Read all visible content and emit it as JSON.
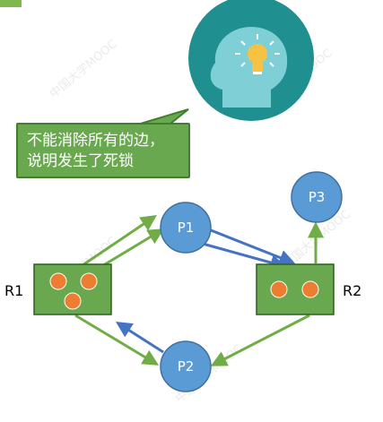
{
  "bubble": {
    "line1": "不能消除所有的边，",
    "line2": "说明发生了死锁"
  },
  "processes": {
    "p1": "P1",
    "p2": "P2",
    "p3": "P3"
  },
  "resources": {
    "r1": "R1",
    "r2": "R2"
  },
  "watermark": {
    "text": "中国大学MOOC"
  },
  "colors": {
    "process_fill": "#5b9bd5",
    "resource_fill": "#6aa84f",
    "instance_fill": "#ed7d31",
    "request_edge": "#4472c4",
    "assignment_edge": "#70ad47",
    "head_circle": "#1f8f8f",
    "head_silhouette": "#7fd0d6",
    "bulb": "#f6c244"
  }
}
